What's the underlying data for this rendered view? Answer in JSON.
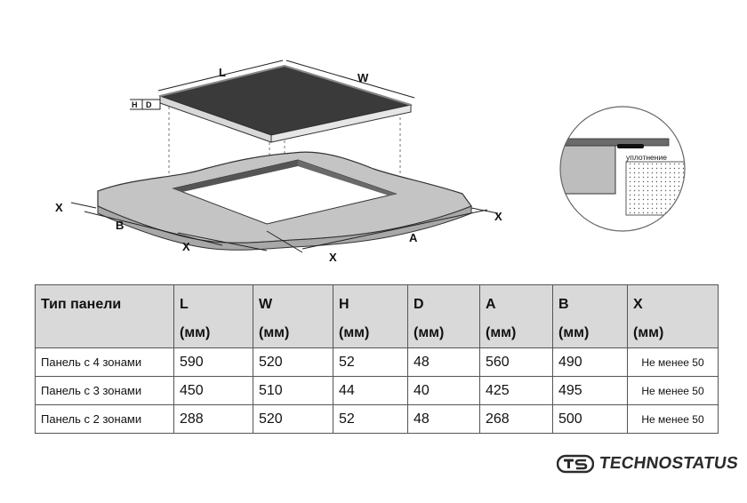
{
  "diagram": {
    "labels": {
      "L": "L",
      "W": "W",
      "H": "H",
      "D": "D",
      "A": "A",
      "B": "B",
      "X": "X"
    },
    "seal_label": "уплотнение"
  },
  "table": {
    "headers": [
      {
        "name": "Тип панели",
        "unit": ""
      },
      {
        "name": "L",
        "unit": "(мм)"
      },
      {
        "name": "W",
        "unit": "(мм)"
      },
      {
        "name": "H",
        "unit": "(мм)"
      },
      {
        "name": "D",
        "unit": "(мм)"
      },
      {
        "name": "A",
        "unit": "(мм)"
      },
      {
        "name": "B",
        "unit": "(мм)"
      },
      {
        "name": "X",
        "unit": "(мм)"
      }
    ],
    "rows": [
      [
        "Панель с 4 зонами",
        "590",
        "520",
        "52",
        "48",
        "560",
        "490",
        "Не менее 50"
      ],
      [
        "Панель с 3 зонами",
        "450",
        "510",
        "44",
        "40",
        "425",
        "495",
        "Не менее 50"
      ],
      [
        "Панель с 2 зонами",
        "288",
        "520",
        "52",
        "48",
        "268",
        "500",
        "Не менее 50"
      ]
    ]
  },
  "brand": {
    "name": "TECHNOSTATUS",
    "logo_icon": "ts-logo-icon"
  },
  "colors": {
    "hob_top": "#3a3a3a",
    "counter": "#c4c4c4",
    "header_bg": "#d9d9d9"
  }
}
